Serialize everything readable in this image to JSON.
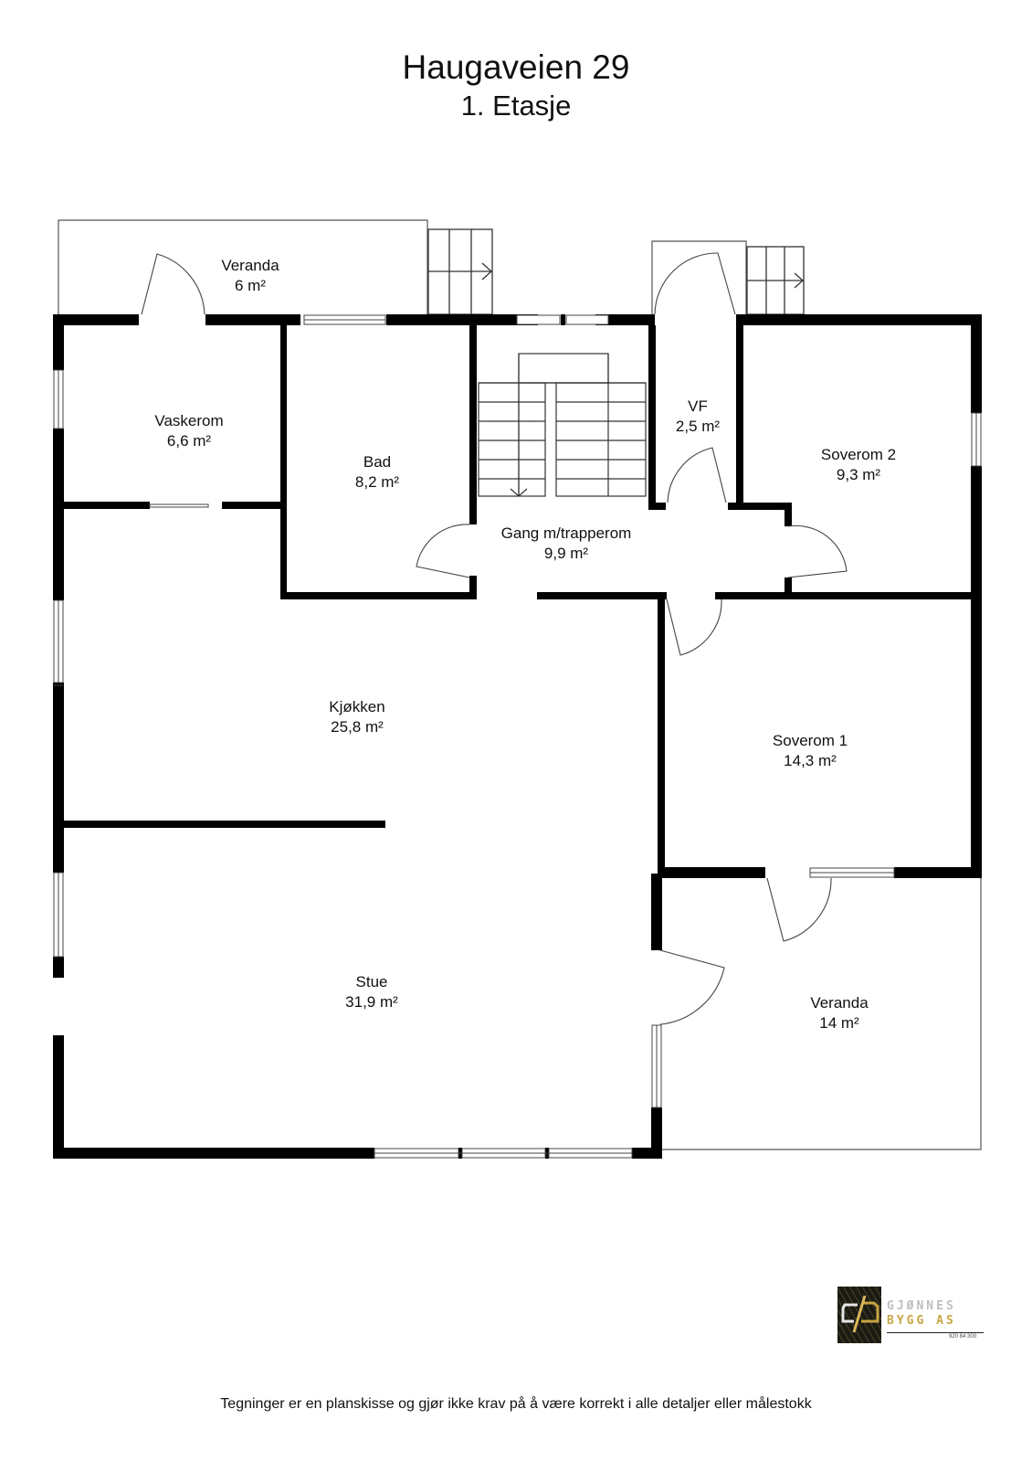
{
  "header": {
    "title": "Haugaveien 29",
    "subtitle": "1. Etasje"
  },
  "rooms": [
    {
      "name": "Veranda",
      "area": "6 m²"
    },
    {
      "name": "Vaskerom",
      "area": "6,6 m²"
    },
    {
      "name": "Bad",
      "area": "8,2 m²"
    },
    {
      "name": "VF",
      "area": "2,5 m²"
    },
    {
      "name": "Soverom 2",
      "area": "9,3 m²"
    },
    {
      "name": "Gang m/trapperom",
      "area": "9,9 m²"
    },
    {
      "name": "Kjøkken",
      "area": "25,8 m²"
    },
    {
      "name": "Soverom 1",
      "area": "14,3 m²"
    },
    {
      "name": "Stue",
      "area": "31,9 m²"
    },
    {
      "name": "Veranda",
      "area": "14 m²"
    }
  ],
  "logo": {
    "line1": "GJØNNES",
    "line2": "BYGG AS",
    "phone": "920 84 300",
    "accent_color": "#c9a645"
  },
  "footer": {
    "disclaimer": "Tegninger er en planskisse og gjør ikke krav på å være korrekt i alle detaljer eller målestokk"
  }
}
